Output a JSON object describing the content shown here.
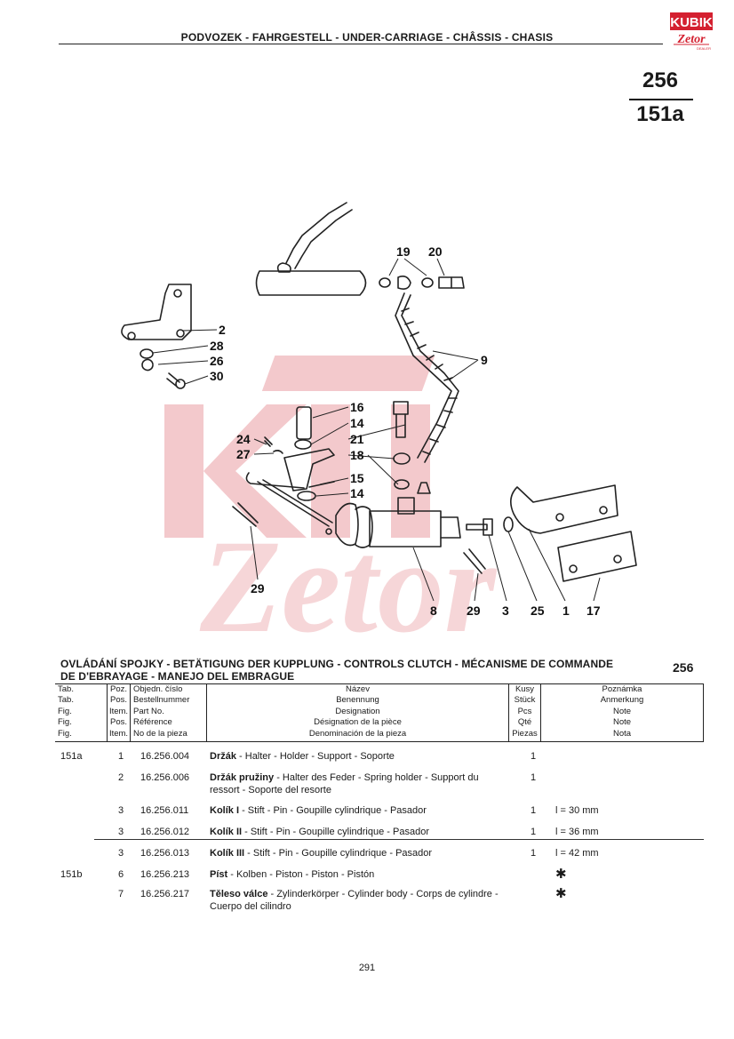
{
  "header": {
    "title": "PODVOZEK - FAHRGESTELL - UNDER-CARRIAGE - CHÂSSIS - CHASIS",
    "page_group": "256",
    "page_sub": "151a"
  },
  "logo": {
    "text_top": "KUBIK",
    "text_bottom": "Zetor",
    "tag": "DEALER",
    "color": "#d42030"
  },
  "watermark": {
    "text_top": "KUBIK",
    "text_bottom": "Zetor",
    "color": "#f3c9cc"
  },
  "diagram": {
    "callouts": [
      "19",
      "20",
      "9",
      "2",
      "28",
      "26",
      "30",
      "16",
      "14",
      "21",
      "18",
      "24",
      "27",
      "15",
      "14",
      "29",
      "8",
      "29",
      "3",
      "25",
      "1",
      "17"
    ]
  },
  "section": {
    "title_line1": "OVLÁDÁNÍ SPOJKY - BETÄTIGUNG DER KUPPLUNG - CONTROLS CLUTCH - MÉCANISME DE COMMANDE",
    "title_line2": "DE D'EBRAYAGE - MANEJO DEL EMBRAGUE",
    "number": "256"
  },
  "table": {
    "columns": [
      {
        "lines": [
          "Tab.",
          "Tab.",
          "Fig.",
          "Fig.",
          "Fig."
        ]
      },
      {
        "lines": [
          "Poz.",
          "Pos.",
          "Item.",
          "Pos.",
          "Item."
        ]
      },
      {
        "lines": [
          "Objedn. číslo",
          "Bestellnummer",
          "Part No.",
          "Référence",
          "No de la pieza"
        ]
      },
      {
        "lines": [
          "Název",
          "Benennung",
          "Designation",
          "Désignation de la pièce",
          "Denominación de la pieza"
        ]
      },
      {
        "lines": [
          "Kusy",
          "Stück",
          "Pcs",
          "Qté",
          "Piezas"
        ]
      },
      {
        "lines": [
          "Poznámka",
          "Anmerkung",
          "Note",
          "Note",
          "Nota"
        ]
      }
    ],
    "rows": [
      {
        "tab": "151a",
        "pos": "1",
        "part": "16.256.004",
        "name_bold": "Držák",
        "name_rest": " - Halter - Holder - Support - Soporte",
        "qty": "1",
        "note": ""
      },
      {
        "tab": "",
        "pos": "2",
        "part": "16.256.006",
        "name_bold": "Držák pružiny",
        "name_rest": " - Halter des Feder - Spring holder - Support du ressort - Soporte del resorte",
        "qty": "1",
        "note": ""
      },
      {
        "tab": "",
        "pos": "3",
        "part": "16.256.011",
        "name_bold": "Kolík I",
        "name_rest": " - Stift - Pin - Goupille cylindrique - Pasador",
        "qty": "1",
        "note": "l = 30 mm"
      },
      {
        "tab": "",
        "pos": "3",
        "part": "16.256.012",
        "name_bold": "Kolík II",
        "name_rest": " - Stift - Pin - Goupille cylindrique - Pasador",
        "qty": "1",
        "note": "l = 36 mm"
      },
      {
        "tab": "",
        "pos": "3",
        "part": "16.256.013",
        "name_bold": "Kolík III",
        "name_rest": " - Stift - Pin - Goupille cylindrique - Pasador",
        "qty": "1",
        "note": "l = 42 mm"
      },
      {
        "tab": "151b",
        "pos": "6",
        "part": "16.256.213",
        "name_bold": "Píst",
        "name_rest": " - Kolben - Piston - Piston - Pistón",
        "qty": "",
        "note": "✱"
      },
      {
        "tab": "",
        "pos": "7",
        "part": "16.256.217",
        "name_bold": "Těleso válce",
        "name_rest": " - Zylinderkörper - Cylinder body - Corps de cylindre - Cuerpo del cilindro",
        "qty": "",
        "note": "✱"
      }
    ]
  },
  "footer": {
    "page": "291"
  }
}
